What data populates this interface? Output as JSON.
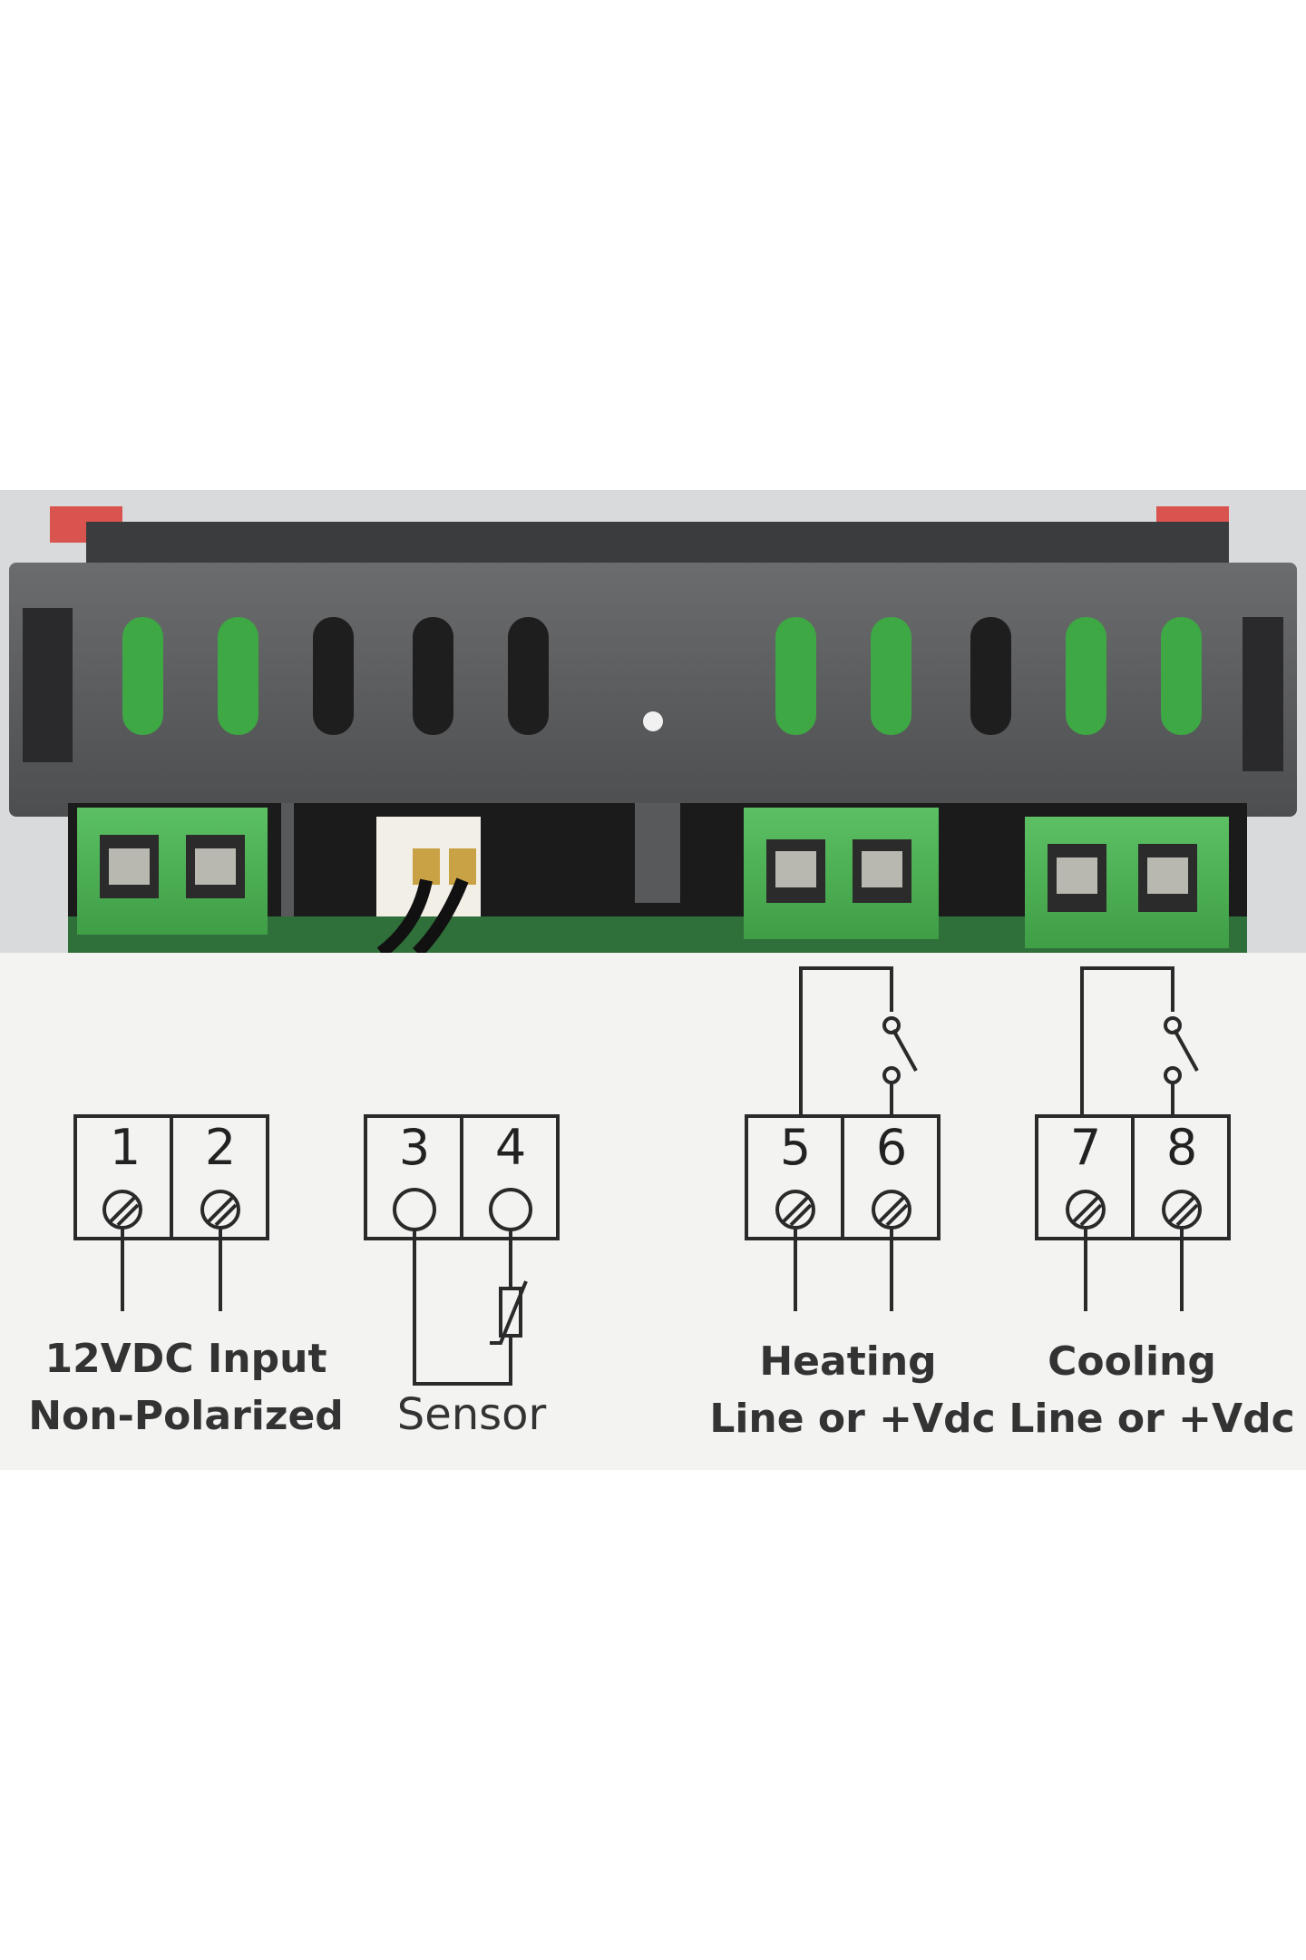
{
  "terminals": [
    {
      "number": "1",
      "group": "power"
    },
    {
      "number": "2",
      "group": "power"
    },
    {
      "number": "3",
      "group": "sensor"
    },
    {
      "number": "4",
      "group": "sensor"
    },
    {
      "number": "5",
      "group": "heating"
    },
    {
      "number": "6",
      "group": "heating"
    },
    {
      "number": "7",
      "group": "cooling"
    },
    {
      "number": "8",
      "group": "cooling"
    }
  ],
  "labels": {
    "power_line1": "12VDC Input",
    "power_line2": "Non-Polarized",
    "sensor": "Sensor",
    "heating_line1": "Heating",
    "heating_line2": "Line or +Vdc",
    "cooling_line1": "Cooling",
    "cooling_line2": "Line or +Vdc"
  },
  "colors": {
    "housing": "#58595b",
    "terminal_green": "#4caf50",
    "diagram_line": "#2a2a2a",
    "diagram_bg": "#f3f3f1"
  }
}
